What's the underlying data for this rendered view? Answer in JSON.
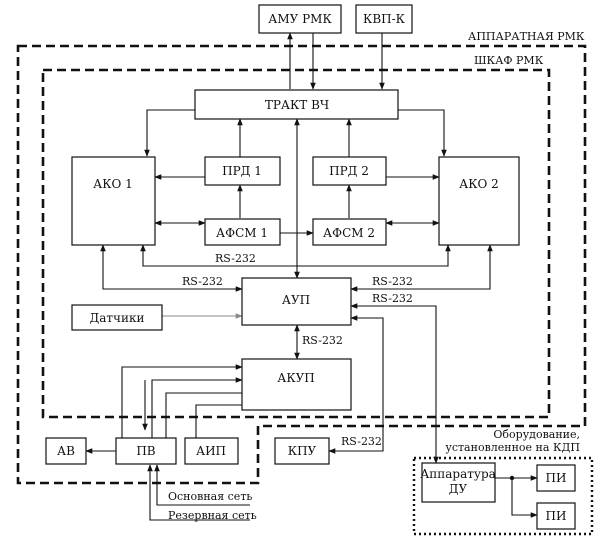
{
  "blocks": {
    "amu": "АМУ РМК",
    "kvp": "КВП-К",
    "trakt": "ТРАКТ ВЧ",
    "prd1": "ПРД 1",
    "prd2": "ПРД 2",
    "ako1": "АКО 1",
    "ako2": "АКО 2",
    "afsm1": "АФСМ 1",
    "afsm2": "АФСМ 2",
    "aup": "АУП",
    "datchiki": "Датчики",
    "akup": "АКУП",
    "av": "АВ",
    "pv": "ПВ",
    "aip": "АИП",
    "kpu": "КПУ",
    "apparatura_line1": "Аппаратура",
    "apparatura_line2": "ДУ",
    "pi1": "ПИ",
    "pi2": "ПИ"
  },
  "regions": {
    "apparatnaya": "АППАРАТНАЯ РМК",
    "shkaf": "ШКАФ РМК",
    "kdp_line1": "Оборудование,",
    "kdp_line2": "установленное на КДП"
  },
  "labels": {
    "rs_ako": "RS-232",
    "rs_aup_left": "RS-232",
    "rs_aup_right1": "RS-232",
    "rs_aup_right2": "RS-232",
    "rs_akup": "RS-232",
    "rs_kpu": "RS-232",
    "osnovnaya": "Основная сеть",
    "rezervnaya": "Резервная сеть"
  }
}
